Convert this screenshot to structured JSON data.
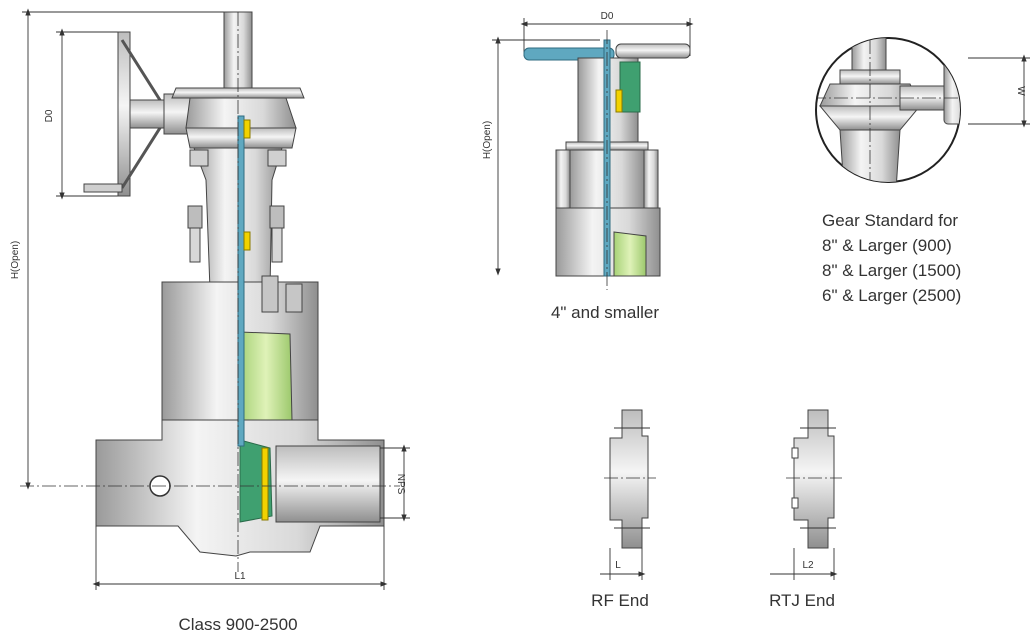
{
  "dimension_labels": {
    "main_d0": "D0",
    "main_h_open": "H(Open)",
    "main_nps": "NPS",
    "main_l1": "L1",
    "small_d0": "D0",
    "small_h_open": "H(Open)",
    "gear_w": "W",
    "rf_l": "L",
    "rtj_l2": "L2"
  },
  "captions": {
    "main": "Class 900-2500",
    "small": "4\" and smaller",
    "rf": "RF End",
    "rtj": "RTJ End"
  },
  "gear_note": {
    "lines": [
      "Gear Standard for",
      "8\" & Larger (900)",
      "8\" & Larger (1500)",
      "6\" & Larger (2500)"
    ]
  },
  "colors": {
    "stem": "#5fa8c0",
    "bonnet_green": "#c8e69a",
    "seat_green": "#3fa070",
    "yellow_seal": "#f2d200",
    "metal_light": "#f0f0f0",
    "metal_dark": "#9a9a9a"
  }
}
